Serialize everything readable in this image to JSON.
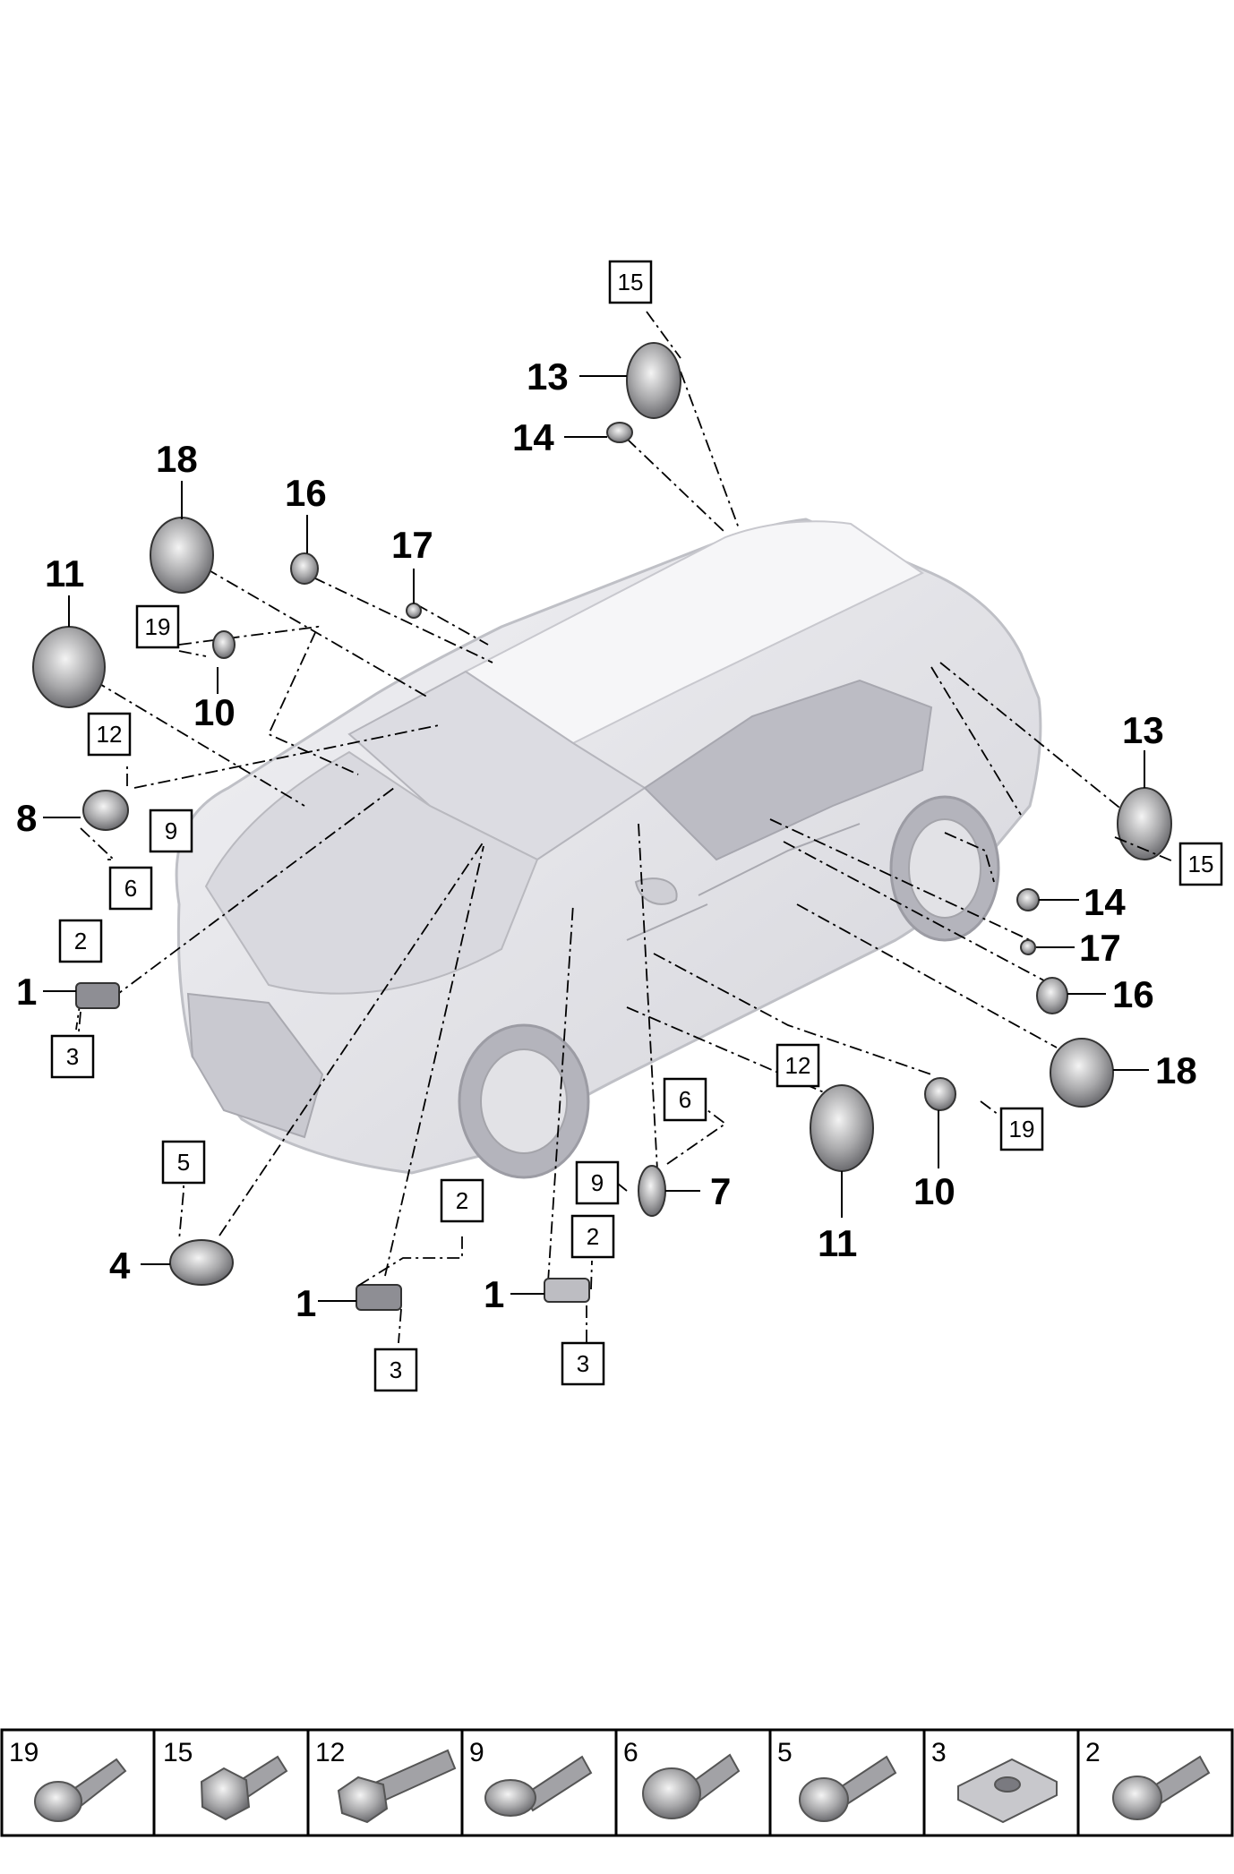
{
  "callouts": {
    "c13_top": "13",
    "c14_top": "14",
    "c15_top": "15",
    "c18_left": "18",
    "c16_left": "16",
    "c17_left": "17",
    "c11_left": "11",
    "c19_left": "19",
    "c10_left": "10",
    "c12_left": "12",
    "c8": "8",
    "c9_left": "9",
    "c6_left": "6",
    "c2_a": "2",
    "c1_a": "1",
    "c3_a": "3",
    "c5": "5",
    "c4": "4",
    "c2_b": "2",
    "c1_b": "1",
    "c3_b": "3",
    "c2_c": "2",
    "c1_c": "1",
    "c3_c": "3",
    "c13_right": "13",
    "c15_right": "15",
    "c14_right": "14",
    "c17_right": "17",
    "c16_right": "16",
    "c18_right": "18",
    "c12_right": "12",
    "c11_right": "11",
    "c19_right": "19",
    "c10_right": "10",
    "c6_right": "6",
    "c9_right": "9",
    "c7": "7"
  },
  "legend": [
    {
      "num": "19",
      "part": "screw-icon"
    },
    {
      "num": "15",
      "part": "screw-icon"
    },
    {
      "num": "12",
      "part": "bolt-icon"
    },
    {
      "num": "9",
      "part": "screw-icon"
    },
    {
      "num": "6",
      "part": "screw-icon"
    },
    {
      "num": "5",
      "part": "screw-icon"
    },
    {
      "num": "3",
      "part": "clip-nut-icon"
    },
    {
      "num": "2",
      "part": "screw-icon"
    }
  ],
  "colors": {
    "car_body": "#e6e6ea",
    "car_outline": "#bfc0c6",
    "part_fill": "#9a9a9e",
    "line": "#000000"
  }
}
